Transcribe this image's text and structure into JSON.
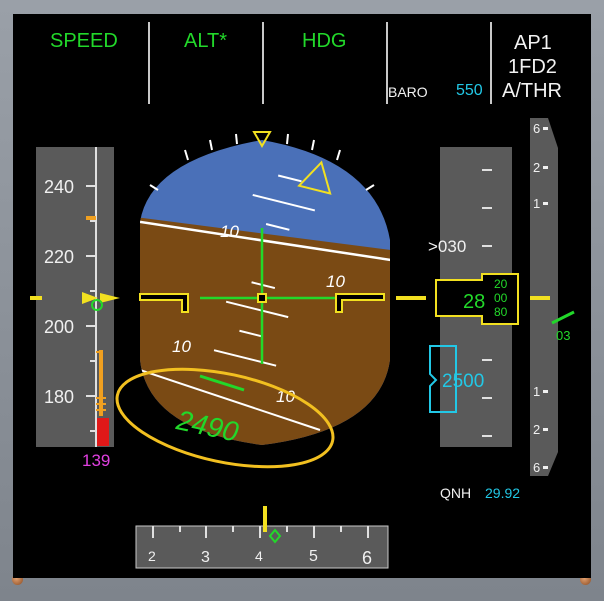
{
  "fma": {
    "speed_mode": "SPEED",
    "alt_mode": "ALT*",
    "lat_mode": "HDG",
    "baro_label": "BARO",
    "baro_value": "550",
    "ap_status": "AP1",
    "fd_status": "1FD2",
    "athr_status": "A/THR"
  },
  "speed_tape": {
    "ticks": [
      "240",
      "220",
      "200",
      "180"
    ],
    "bottom_value": "139"
  },
  "attitude": {
    "pitch_labels_sky": [
      "10",
      "10"
    ],
    "pitch_labels_ground": [
      "10",
      "10"
    ],
    "radio_altitude": "2490"
  },
  "altitude_tape": {
    "label_030": ">030",
    "current_hundreds": "28",
    "drum": [
      "20",
      "00",
      "80"
    ],
    "selected_altitude": "2500"
  },
  "vsi": {
    "marks_top": [
      "6",
      "2",
      "1"
    ],
    "marks_bottom": [
      "1",
      "2",
      "6"
    ],
    "value": "03"
  },
  "qnh": {
    "label": "QNH",
    "value": "29.92"
  },
  "heading_tape": {
    "ticks": [
      "2",
      "3",
      "4",
      "5",
      "6"
    ]
  },
  "colors": {
    "sky": "#4a70b8",
    "ground": "#7a4a14",
    "green": "#22d82a",
    "yellow": "#f2e020",
    "cyan": "#22c8e6",
    "magenta": "#e040e0",
    "orange": "#f0a020"
  }
}
